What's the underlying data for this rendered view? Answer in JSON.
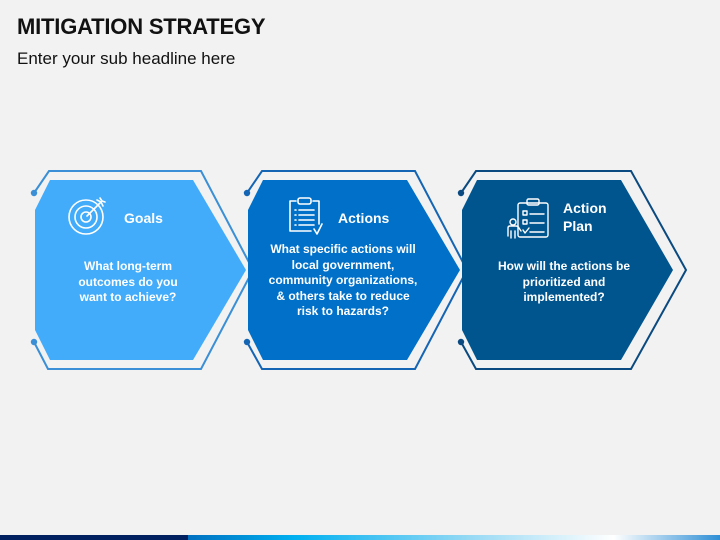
{
  "slide": {
    "title": "MITIGATION STRATEGY",
    "subtitle": "Enter your sub headline here",
    "background": "#f2f2f2"
  },
  "steps": [
    {
      "heading": "Goals",
      "body": "What long-term outcomes do you want to achieve?",
      "icon": "target-icon",
      "fill_color": "#42acfb",
      "outline_color": "#3a8fd6"
    },
    {
      "heading": "Actions",
      "body": "What specific actions will local government, community organizations, & others take to reduce risk to hazards?",
      "icon": "clipboard-checklist-icon",
      "fill_color": "#0070c8",
      "outline_color": "#1565b5"
    },
    {
      "heading": "Action Plan",
      "heading_lines": [
        "Action",
        "Plan"
      ],
      "body": "How will the actions be prioritized and implemented?",
      "icon": "person-clipboard-icon",
      "fill_color": "#00558f",
      "outline_color": "#0a4a80"
    }
  ],
  "bottom_bar": {
    "dark_color": "#002060",
    "gradient": [
      "#0070c0",
      "#00b0f0",
      "#ffffff",
      "#2e8fd6"
    ]
  }
}
